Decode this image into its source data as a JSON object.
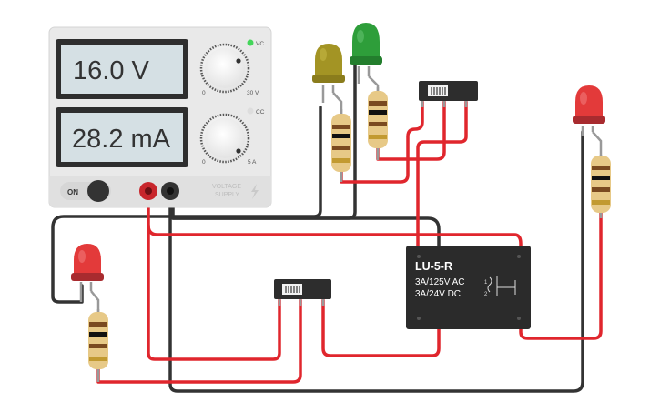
{
  "power_supply": {
    "voltage_display": "16.0 V",
    "current_display": "28.2 mA",
    "cv_label": "VC",
    "cc_label": "CC",
    "voltage_knob_min": "0",
    "voltage_knob_max": "30 V",
    "current_knob_min": "0",
    "current_knob_max": "5 A",
    "switch_label": "ON",
    "brand_line1": "VOLTAGE",
    "brand_line2": "SUPPLY"
  },
  "relay": {
    "model": "LU-5-R",
    "rating_ac": "3A/125V AC",
    "rating_dc": "3A/24V  DC",
    "pin_labels": [
      "1",
      "2"
    ]
  },
  "components": {
    "led_colors": {
      "yellow": "#a39424",
      "green": "#2e9e3a",
      "red": "#e33a3a"
    },
    "wire_colors": {
      "red": "#e0262d",
      "black": "#333333"
    }
  }
}
